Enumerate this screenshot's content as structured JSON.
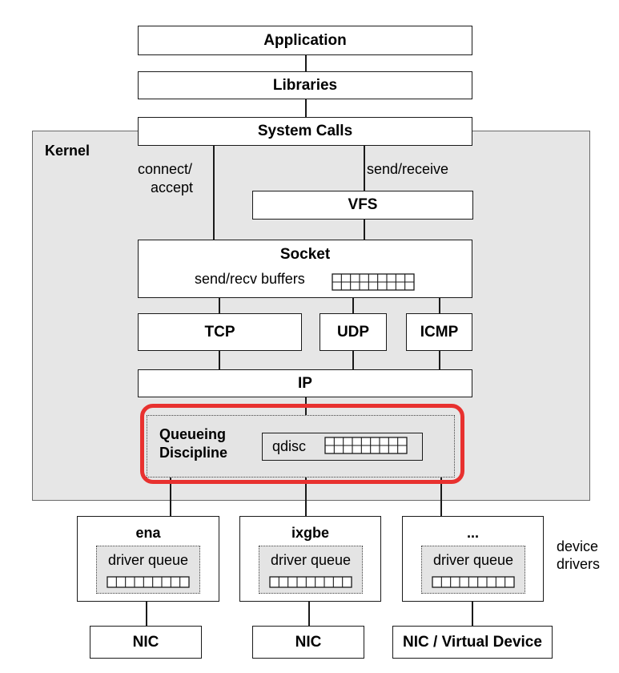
{
  "layers": {
    "application": "Application",
    "libraries": "Libraries",
    "system_calls": "System Calls"
  },
  "kernel": {
    "label": "Kernel",
    "connect_label_line1": "connect/",
    "connect_label_line2": "accept",
    "send_receive_label": "send/receive",
    "vfs": "VFS",
    "socket": {
      "title": "Socket",
      "buffers_label": "send/recv buffers",
      "buffer_slots": 8
    },
    "protocols": [
      "TCP",
      "UDP",
      "ICMP"
    ],
    "ip": "IP",
    "qdisc": {
      "title_line1": "Queueing",
      "title_line2": "Discipline",
      "label": "qdisc",
      "buffer_slots": 8,
      "highlighted": true
    }
  },
  "drivers": {
    "side_label_line1": "device",
    "side_label_line2": "drivers",
    "items": [
      {
        "name": "ena",
        "queue_label": "driver queue",
        "buffer_slots": 8
      },
      {
        "name": "ixgbe",
        "queue_label": "driver queue",
        "buffer_slots": 8
      },
      {
        "name": "...",
        "queue_label": "driver queue",
        "buffer_slots": 8
      }
    ]
  },
  "nics": [
    "NIC",
    "NIC",
    "NIC / Virtual Device"
  ],
  "colors": {
    "kernel_background": "#e6e6e6",
    "highlight": "#e8312f",
    "box_border": "#1a1a1a"
  }
}
